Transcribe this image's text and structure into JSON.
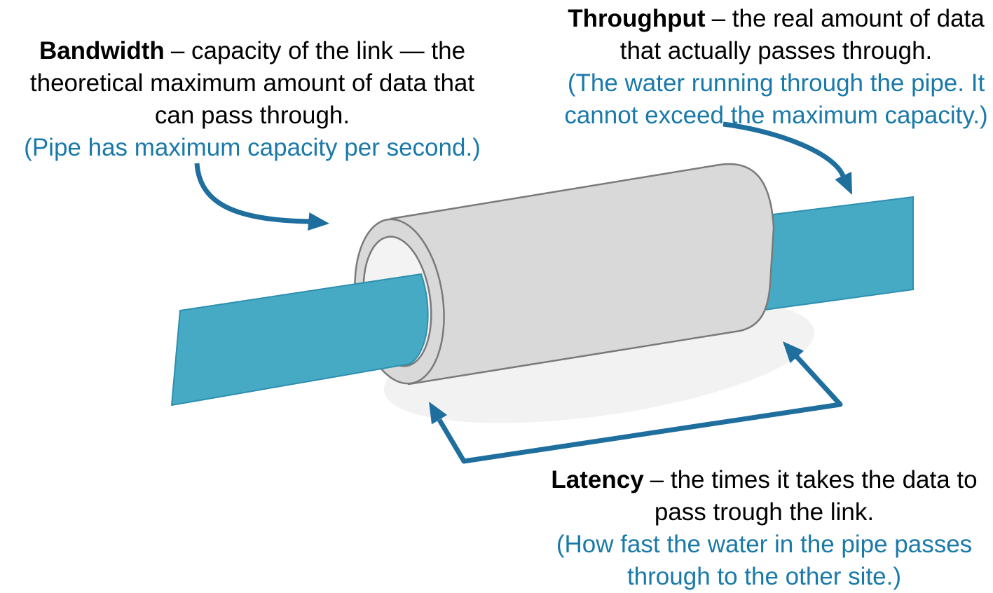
{
  "colors": {
    "background": "#ffffff",
    "water": "#46AAC5",
    "water_edge": "#2E8FAE",
    "pipe_body": "#D9D9D9",
    "pipe_outline": "#7A7A7A",
    "pipe_interior": "#F3F3F3",
    "shadow": "#F2F2F2",
    "arrow": "#1E6E9E",
    "text_blue": "#1979A9",
    "text_black": "#000000"
  },
  "annotations": {
    "bandwidth": {
      "term": "Bandwidth",
      "definition_lines": [
        "– capacity of the link — the",
        "theoretical maximum amount of data that",
        "can pass through."
      ],
      "analogy_lines": [
        "(Pipe has maximum capacity per second.)"
      ]
    },
    "throughput": {
      "term": "Throughput",
      "definition_lines": [
        "– the real amount of data",
        "that actually passes through."
      ],
      "analogy_lines": [
        "(The water running through the pipe. It",
        "cannot exceed the maximum capacity.)"
      ]
    },
    "latency": {
      "term": "Latency",
      "definition_lines": [
        "– the times it takes the data to",
        "pass trough the link."
      ],
      "analogy_lines": [
        "(How fast the water in the pipe passes",
        "through to the other site.)"
      ]
    }
  },
  "diagram": {
    "elements": [
      "pipe-shadow",
      "outgoing-water-stream",
      "pipe-body",
      "pipe-rim",
      "pipe-opening",
      "incoming-water-stream",
      "bandwidth-arrow",
      "throughput-arrow",
      "latency-arrow"
    ]
  }
}
